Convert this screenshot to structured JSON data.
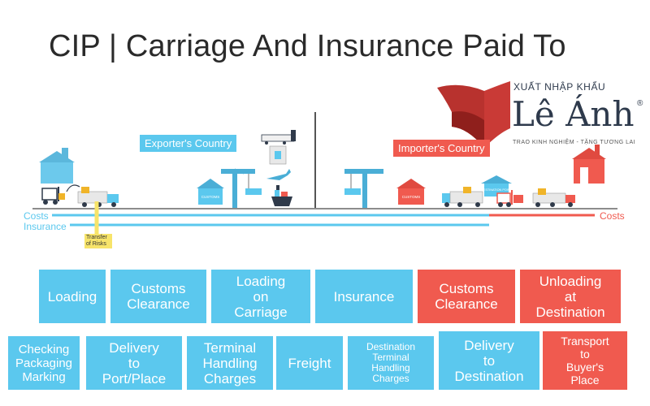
{
  "title": "CIP | Carriage And Insurance Paid To",
  "tags": {
    "exporter": "Exporter's Country",
    "importer": "Importer's Country"
  },
  "lines": {
    "costs_left": "Costs",
    "insurance": "Insurance",
    "costs_right": "Costs",
    "transfer": "Transfer of Risks"
  },
  "icon_labels": {
    "customs": "CUSTOMS",
    "destination": "DESTINATION POINT"
  },
  "logo": {
    "top": "XUẤT NHẬP KHẨU",
    "main": "Lê Ánh",
    "reg": "®",
    "sub": "TRAO KINH NGHIỆM - TẶNG TƯƠNG LAI"
  },
  "row1": [
    {
      "label": "Loading",
      "color": "blue"
    },
    {
      "label": "Customs\nClearance",
      "color": "blue"
    },
    {
      "label": "Loading\non\nCarriage",
      "color": "blue"
    },
    {
      "label": "Insurance",
      "color": "blue"
    },
    {
      "label": "Customs\nClearance",
      "color": "red"
    },
    {
      "label": "Unloading\nat\nDestination",
      "color": "red"
    }
  ],
  "row2": [
    {
      "label": "Checking\nPackaging\nMarking",
      "color": "blue"
    },
    {
      "label": "Delivery\nto\nPort/Place",
      "color": "blue"
    },
    {
      "label": "Terminal\nHandling\nCharges",
      "color": "blue"
    },
    {
      "label": "Freight",
      "color": "blue"
    },
    {
      "label": "Destination\nTerminal\nHandling\nCharges",
      "color": "blue"
    },
    {
      "label": "Delivery\nto\nDestination",
      "color": "blue"
    },
    {
      "label": "Transport\nto\nBuyer's\nPlace",
      "color": "red"
    }
  ],
  "colors": {
    "blue": "#5bc8ee",
    "red": "#f05a4f",
    "yellow": "#f7e46a",
    "dark": "#2a2a2a"
  }
}
